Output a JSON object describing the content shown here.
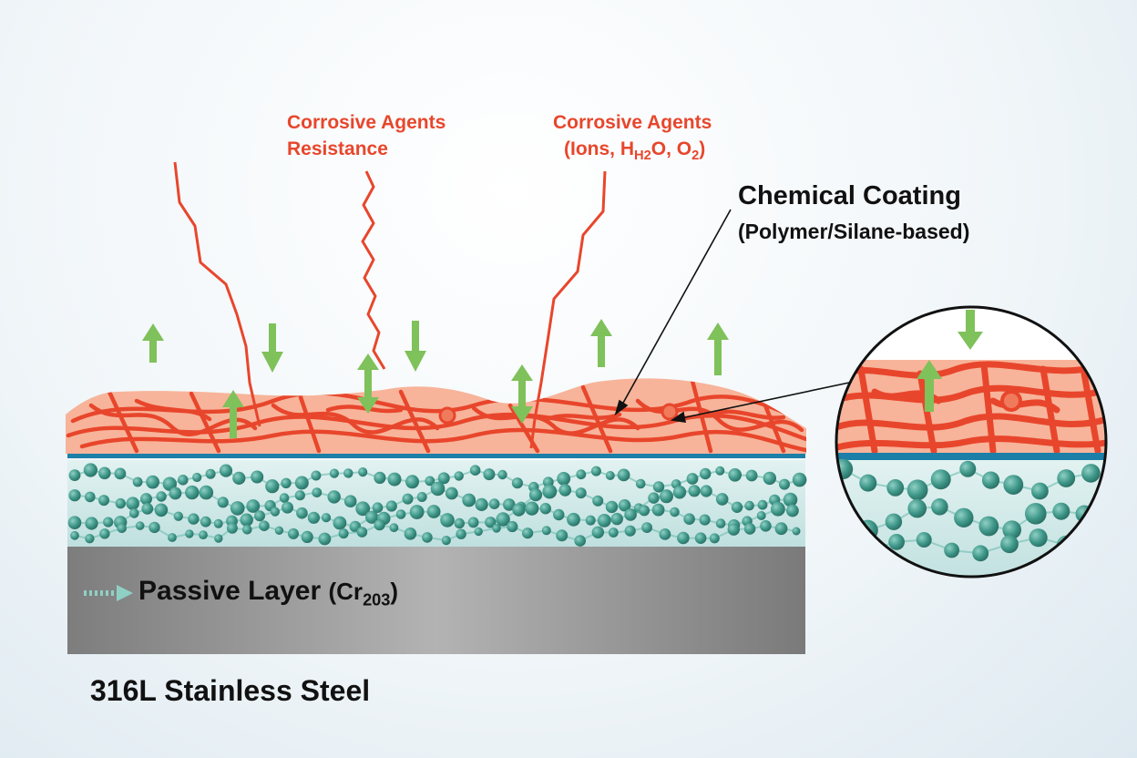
{
  "labels": {
    "resistance_line1": "Corrosive Agents",
    "resistance_line2": "Resistance",
    "agents_line1": "Corrosive Agents",
    "agents_line2_pre": "(Ions, H",
    "agents_line2_sub1": "H",
    "agents_line2_sub2": "2",
    "agents_line2_mid": "O, O",
    "agents_line2_sub3": "2",
    "agents_line2_post": ")",
    "coating_title": "Chemical Coating",
    "coating_subtitle": "(Polymer/Silane-based)",
    "passive_main": "Passive Layer",
    "passive_open": "(Cr",
    "passive_sub": "203",
    "passive_close": ")",
    "substrate": "316L Stainless Steel"
  },
  "colors": {
    "coating_fill": "#f7b49a",
    "coating_strand": "#e8462c",
    "arrow_green": "#7fc15a",
    "passive_fill": "#cde7e6",
    "particle": "#3d9688",
    "interface_line": "#1b7fa8",
    "steel": "#8c8c8c",
    "label_red": "#e8462c"
  },
  "icons": {
    "passive_marker": "teal-arrow-icon"
  }
}
